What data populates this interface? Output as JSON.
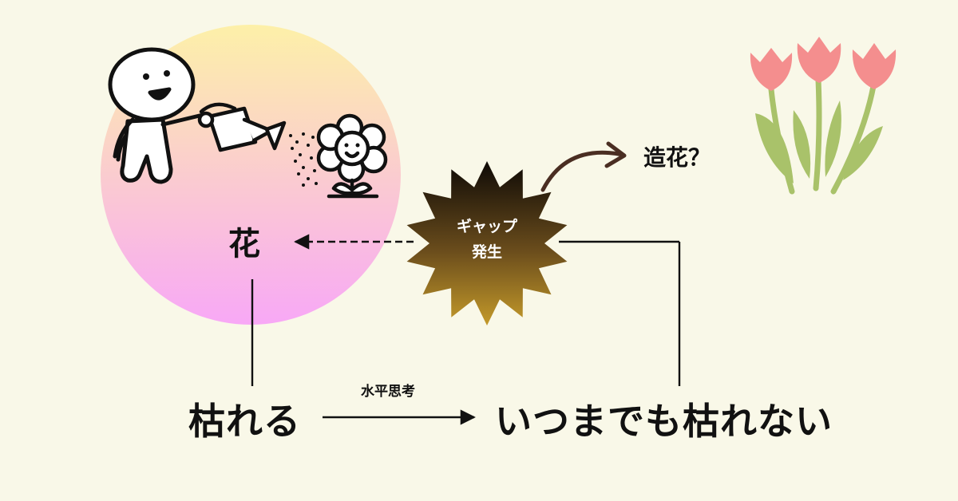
{
  "labels": {
    "flower": "花",
    "withers": "枯れる",
    "never_withers": "いつまでも枯れない",
    "lateral_thinking": "水平思考",
    "artificial_flower": "造花？",
    "gap_line1": "ギャップ",
    "gap_line2": "発生"
  },
  "colors": {
    "background": "#f9f8e8",
    "circle_top": "#fdf0a8",
    "circle_bottom": "#f8a8f6",
    "burst_top": "#0e0a06",
    "burst_bottom": "#c49a2a",
    "arrow_brown": "#4a2e22",
    "tulip_petal": "#f48e8e",
    "tulip_stem": "#a9c26a",
    "text": "#111111"
  },
  "icons": [
    "smiling-person-icon",
    "watering-can-icon",
    "daisy-flower-icon",
    "tulips-icon",
    "burst-shape-icon"
  ]
}
